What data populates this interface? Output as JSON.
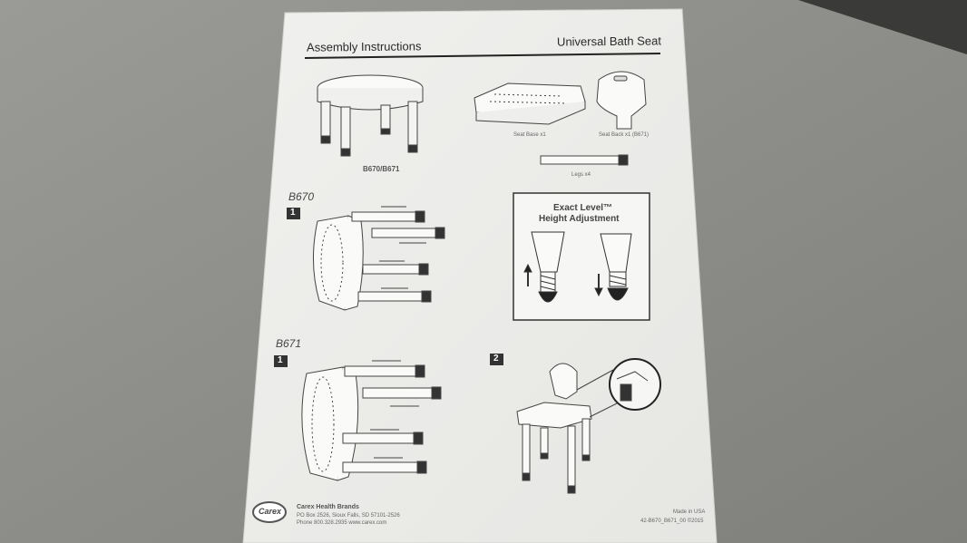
{
  "header": {
    "left_title": "Assembly Instructions",
    "right_title": "Universal Bath Seat"
  },
  "overview": {
    "model_label": "B670/B671",
    "seat_base_label": "Seat Base x1",
    "seat_back_label": "Seat Back x1 (B671)",
    "legs_label": "Legs x4"
  },
  "steps": {
    "b670_label": "B670",
    "b671_label": "B671",
    "step1": "1",
    "step1b": "1",
    "step2": "2"
  },
  "height_box": {
    "title_line1": "Exact Level™",
    "title_line2": "Height Adjustment"
  },
  "footer": {
    "logo_text": "Carex",
    "company": "Carex Health Brands",
    "address": "PO Box 2526, Sioux Falls, SD 57101-2526",
    "phone_web": "Phone 800.328.2935     www.carex.com",
    "made_in": "Made in USA",
    "doc_code": "42-B670_B671_00 ©2015"
  },
  "colors": {
    "background": "#8e8e8a",
    "paper": "#f4f4f2",
    "line_art": "#3a3a3a"
  }
}
